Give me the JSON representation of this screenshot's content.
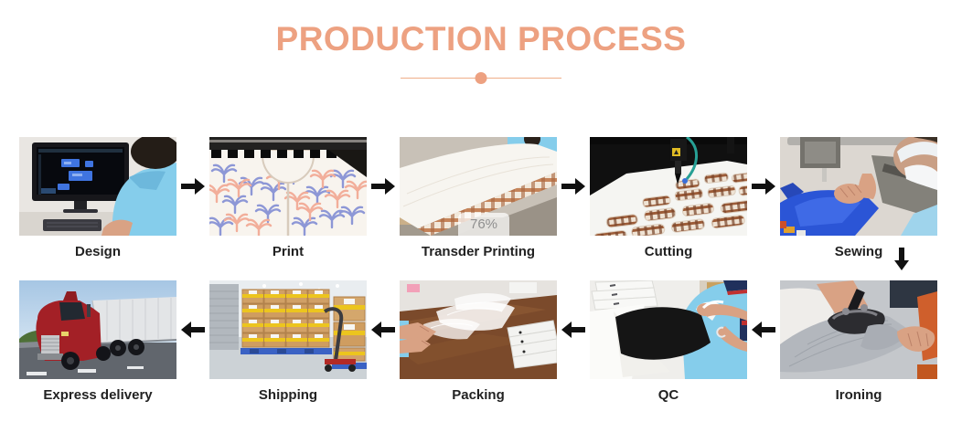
{
  "header": {
    "title": "PRODUCTION PROCESS",
    "accent_color": "#eda181"
  },
  "flow": {
    "row1_direction": "left-to-right",
    "row2_direction": "right-to-left",
    "connector": "sewing-down-to-ironing"
  },
  "row1": {
    "steps": [
      {
        "label": "Design",
        "photo": "designer-at-cad-computer"
      },
      {
        "label": "Print",
        "photo": "fabric-printer-palm-tree-pattern"
      },
      {
        "label": "Transder Printing",
        "photo": "transfer-printing-machine-white-fabric",
        "overlay": "76%"
      },
      {
        "label": "Cutting",
        "photo": "laser-cutter-plaid-pieces"
      },
      {
        "label": "Sewing",
        "photo": "sewing-machine-blue-fabric"
      }
    ]
  },
  "row2": {
    "steps": [
      {
        "label": "Express delivery",
        "photo": "red-semi-truck-on-road"
      },
      {
        "label": "Shipping",
        "photo": "warehouse-cartons-on-blue-pallets"
      },
      {
        "label": "Packing",
        "photo": "bagging-garments-on-brown-table"
      },
      {
        "label": "QC",
        "photo": "inspecting-black-garment"
      },
      {
        "label": "Ironing",
        "photo": "pressing-iron-on-grey-fabric"
      }
    ]
  }
}
